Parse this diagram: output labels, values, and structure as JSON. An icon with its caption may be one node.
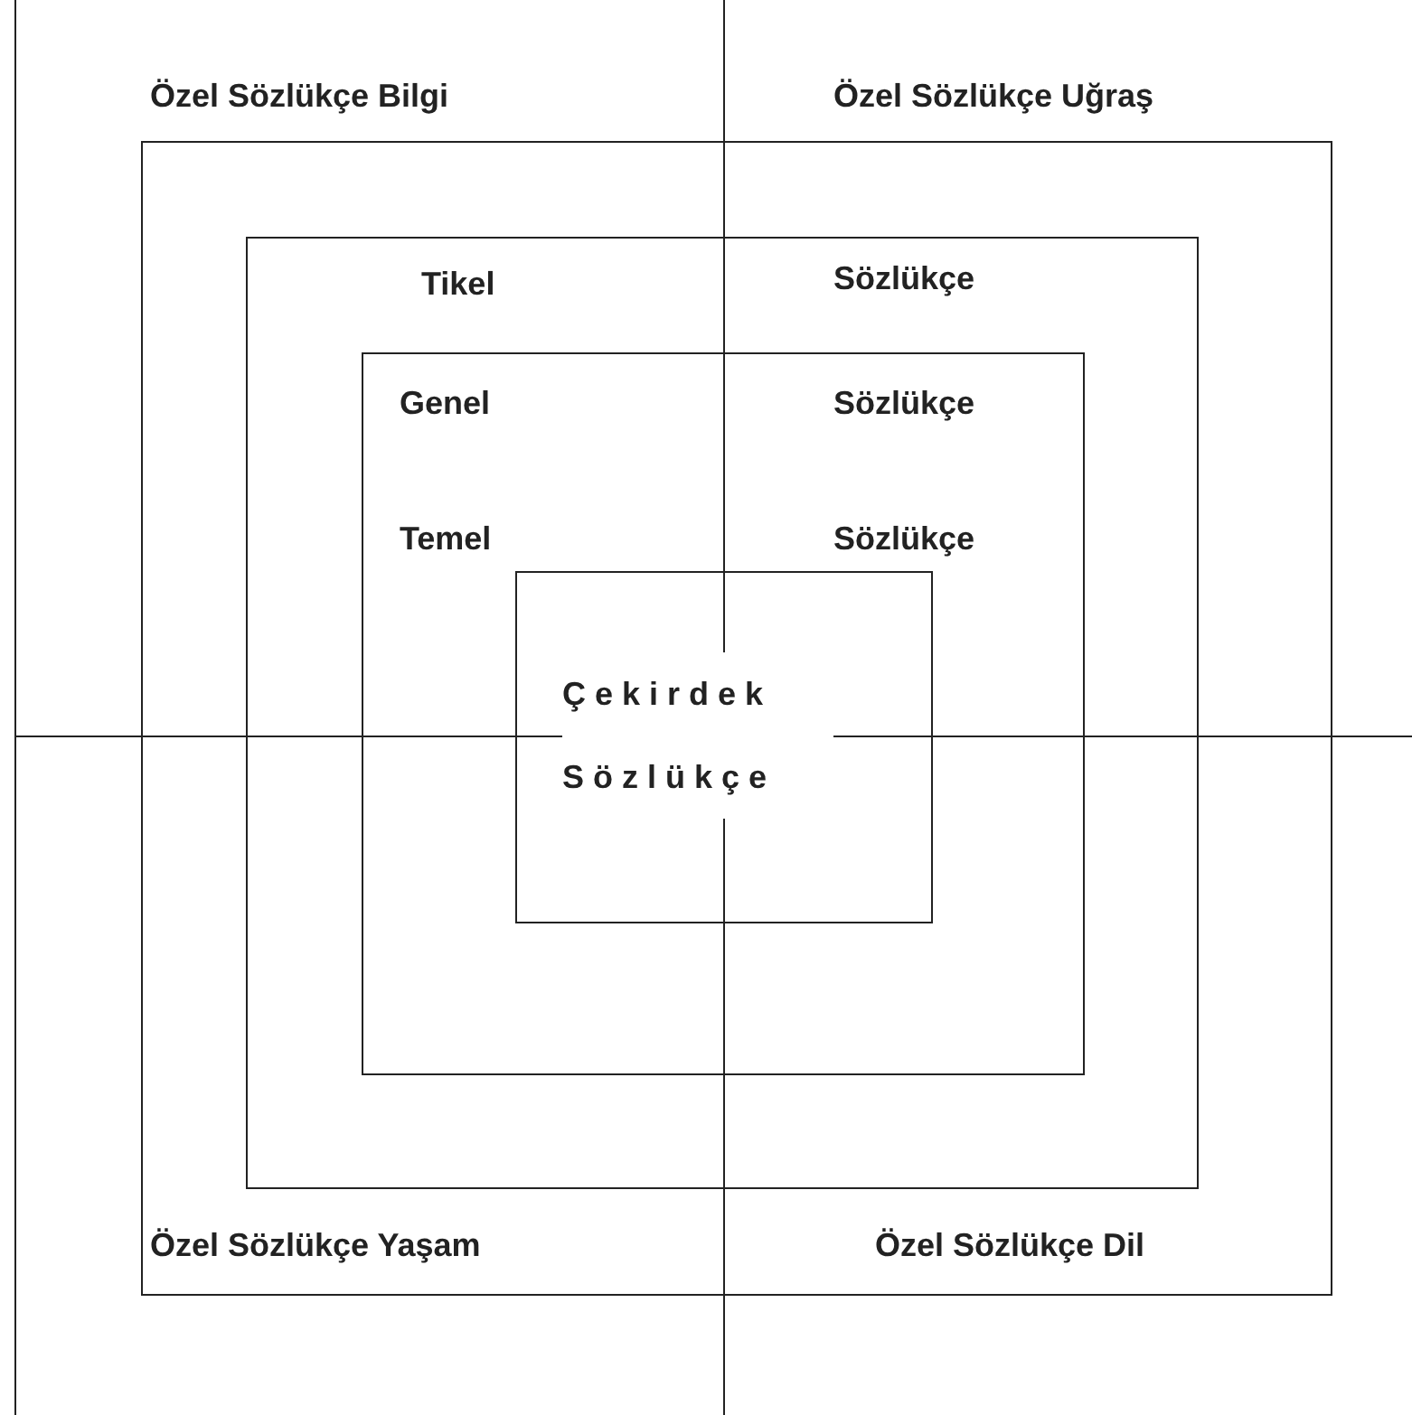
{
  "diagram": {
    "nodes": [
      {
        "text": [
          "Özel Sözlükçe Bilgi",
          "Özel Sözlükçe Uğraş",
          "Özel Sözlükçe Yaşam",
          "Özel Sözlükçe Dil"
        ]
      },
      {
        "text": [
          "Tikel",
          "Sözlükçe"
        ],
        "in": 0
      },
      {
        "text": [
          "Genel",
          "Sözlükçe",
          "Temel",
          "Sözlükçe"
        ],
        "in": 1
      },
      {
        "text": [
          "Çekirdek Sözlükçe"
        ],
        "in": 2
      }
    ]
  }
}
